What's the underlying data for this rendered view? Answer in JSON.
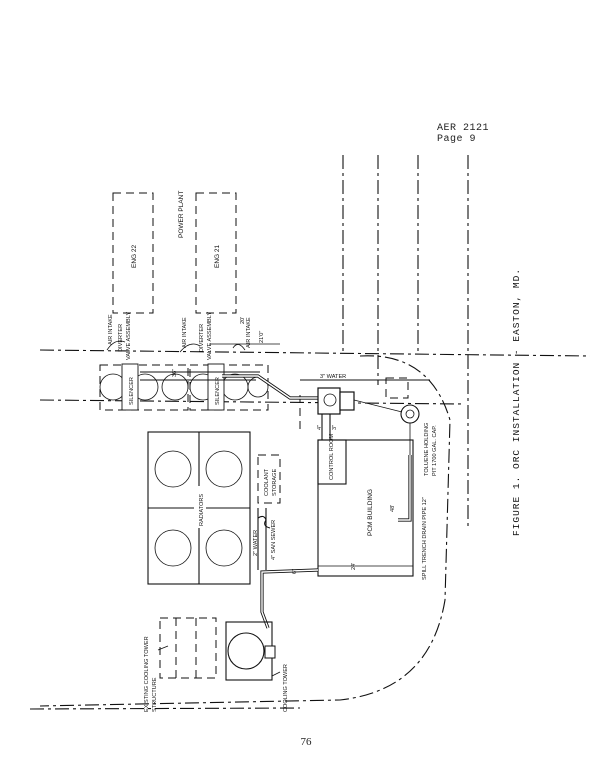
{
  "header": {
    "report_id": "AER 2121",
    "page_ref": "Page 9"
  },
  "figure": {
    "caption": "FIGURE 1.  ORC INSTALLATION - EASTON, MD.",
    "labels": {
      "power_plant": "POWER PLANT",
      "eng22": "ENG 22",
      "eng21": "ENG 21",
      "air_intake_1": "AIR INTAKE",
      "air_intake_2": "AIR INTAKE",
      "air_intake_3": "AIR INTAKE",
      "diverter_1": "DIVERTER",
      "valve_assembly_1": "VALVE ASSEMBLY",
      "diverter_2": "DIVERTER",
      "valve_assembly_2": "VALVE ASSEMBLY",
      "silencer_1": "SILENCER",
      "silencer_2": "SILENCER",
      "dim_36": "36\"",
      "dim_20": "20'",
      "dim_21": "21'0\"",
      "water_3": "3\" WATER",
      "control_room": "CONTROL ROOM",
      "pipe_4": "4\"",
      "pipe_3": "3\"",
      "toluene_1": "TOLUENE HOLDING",
      "toluene_2": "PIT 1700 GAL. CAP.",
      "spill_trench": "SPILL TRENCH DRAIN PIPE 12\"",
      "pcm_building": "PCM BUILDING",
      "dim_48": "48'",
      "dim_24": "24'",
      "coolant_storage_1": "COOLANT",
      "coolant_storage_2": "STORAGE",
      "radiators": "RADIATORS",
      "water_2": "2\" WATER",
      "san_sewer": "4\" SAN SEWER",
      "pipe_6": "6\"",
      "existing_tower_1": "EXISTING COOLING TOWER",
      "existing_tower_2": "STRUCTURE",
      "cooling_tower": "COOLING TOWER"
    }
  },
  "page_number": "76"
}
